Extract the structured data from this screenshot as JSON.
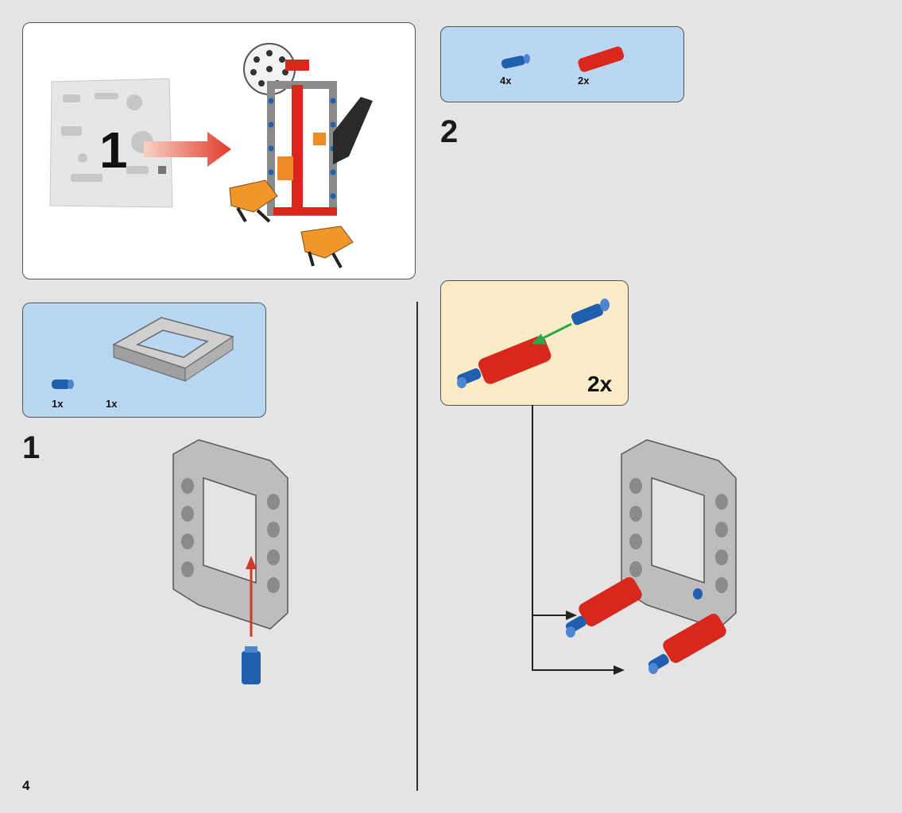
{
  "bag_panel": {
    "bag_number": "1"
  },
  "step1": {
    "number": "1",
    "parts": [
      {
        "name": "blue-axle-pin",
        "qty": "1x"
      },
      {
        "name": "gray-frame",
        "qty": "1x"
      }
    ]
  },
  "step2": {
    "number": "2",
    "parts": [
      {
        "name": "blue-axle-pin",
        "qty": "4x"
      },
      {
        "name": "red-connector",
        "qty": "2x"
      }
    ],
    "subassembly_multiplier": "2x"
  },
  "page": {
    "number": "4"
  },
  "colors": {
    "background": "#e4e4e4",
    "callout_blue": "#b9d7f2",
    "callout_yellow": "#fcebc7",
    "frame_gray": "#9a9a9a",
    "pin_blue": "#1f5fae",
    "connector_red": "#d8281e",
    "arrow_red": "#d23a2a",
    "arrow_green": "#2aa84a"
  }
}
